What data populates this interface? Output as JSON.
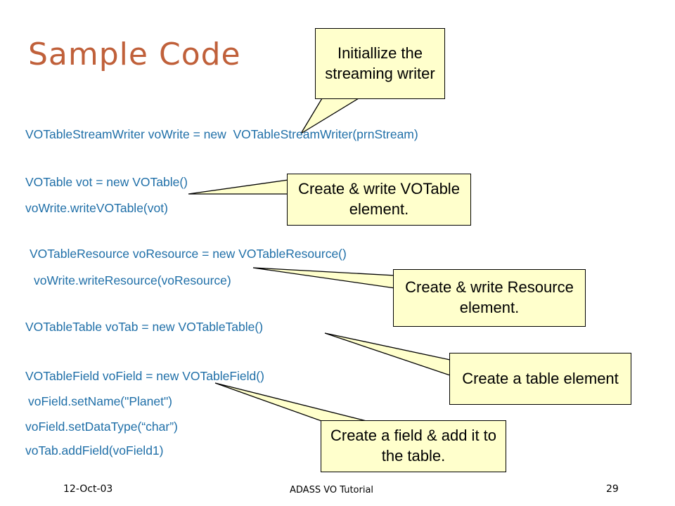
{
  "slide": {
    "title": "Sample Code",
    "code_lines": [
      "VOTableStreamWriter voWrite = new  VOTableStreamWriter(prnStream)",
      "VOTable vot = new VOTable()",
      "voWrite.writeVOTable(vot)",
      "VOTableResource voResource = new VOTableResource()",
      "voWrite.writeResource(voResource)",
      "VOTableTable voTab = new VOTableTable()",
      "VOTableField voField = new VOTableField()",
      "voField.setName(\"Planet\")",
      "voField.setDataType(“char”)",
      "voTab.addField(voField1)"
    ],
    "callouts": [
      "Initiallize the streaming writer",
      "Create & write VOTable element.",
      "Create & write Resource element.",
      "Create a table element",
      "Create a field & add it to the table."
    ],
    "footer": {
      "date": "12-Oct-03",
      "center": "ADASS VO Tutorial",
      "page": "29"
    }
  }
}
